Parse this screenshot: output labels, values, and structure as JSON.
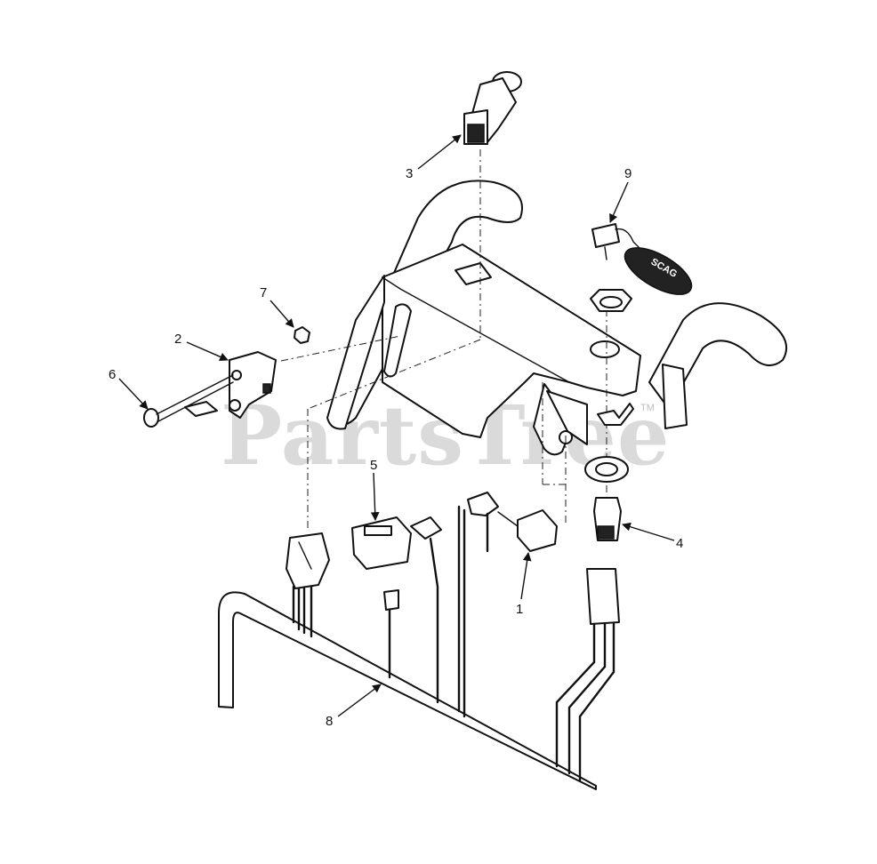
{
  "watermark": {
    "text": "PartsTree",
    "trademark": "TM"
  },
  "key_fob": {
    "brand": "SCAG"
  },
  "callouts": [
    {
      "id": "3",
      "label": "3"
    },
    {
      "id": "9",
      "label": "9"
    },
    {
      "id": "7",
      "label": "7"
    },
    {
      "id": "2",
      "label": "2"
    },
    {
      "id": "6",
      "label": "6"
    },
    {
      "id": "5",
      "label": "5"
    },
    {
      "id": "4",
      "label": "4"
    },
    {
      "id": "1",
      "label": "1"
    },
    {
      "id": "8",
      "label": "8"
    }
  ]
}
